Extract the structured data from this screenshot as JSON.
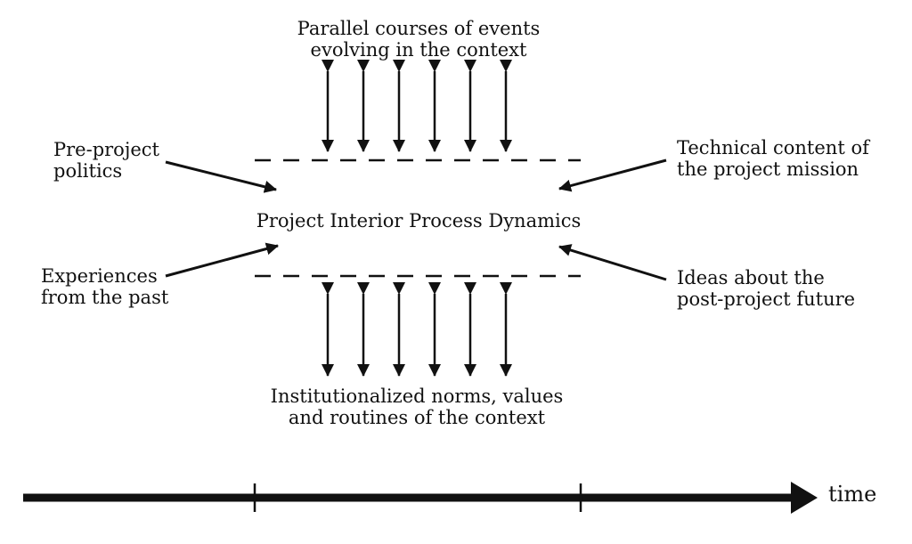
{
  "diagram": {
    "top_label": [
      "Parallel courses of events",
      "evolving in the context"
    ],
    "bottom_label": [
      "Institutionalized norms, values",
      "and routines of the context"
    ],
    "center_label": "Project Interior Process Dynamics",
    "pre_project_label": [
      "Pre-project",
      "politics"
    ],
    "past_label": [
      "Experiences",
      "from the past"
    ],
    "technical_label": [
      "Technical content of",
      "the project mission"
    ],
    "future_label": [
      "Ideas about the",
      "post-project future"
    ],
    "time_label": "time",
    "colors": {
      "ink": "#111111",
      "background": "#ffffff"
    }
  }
}
